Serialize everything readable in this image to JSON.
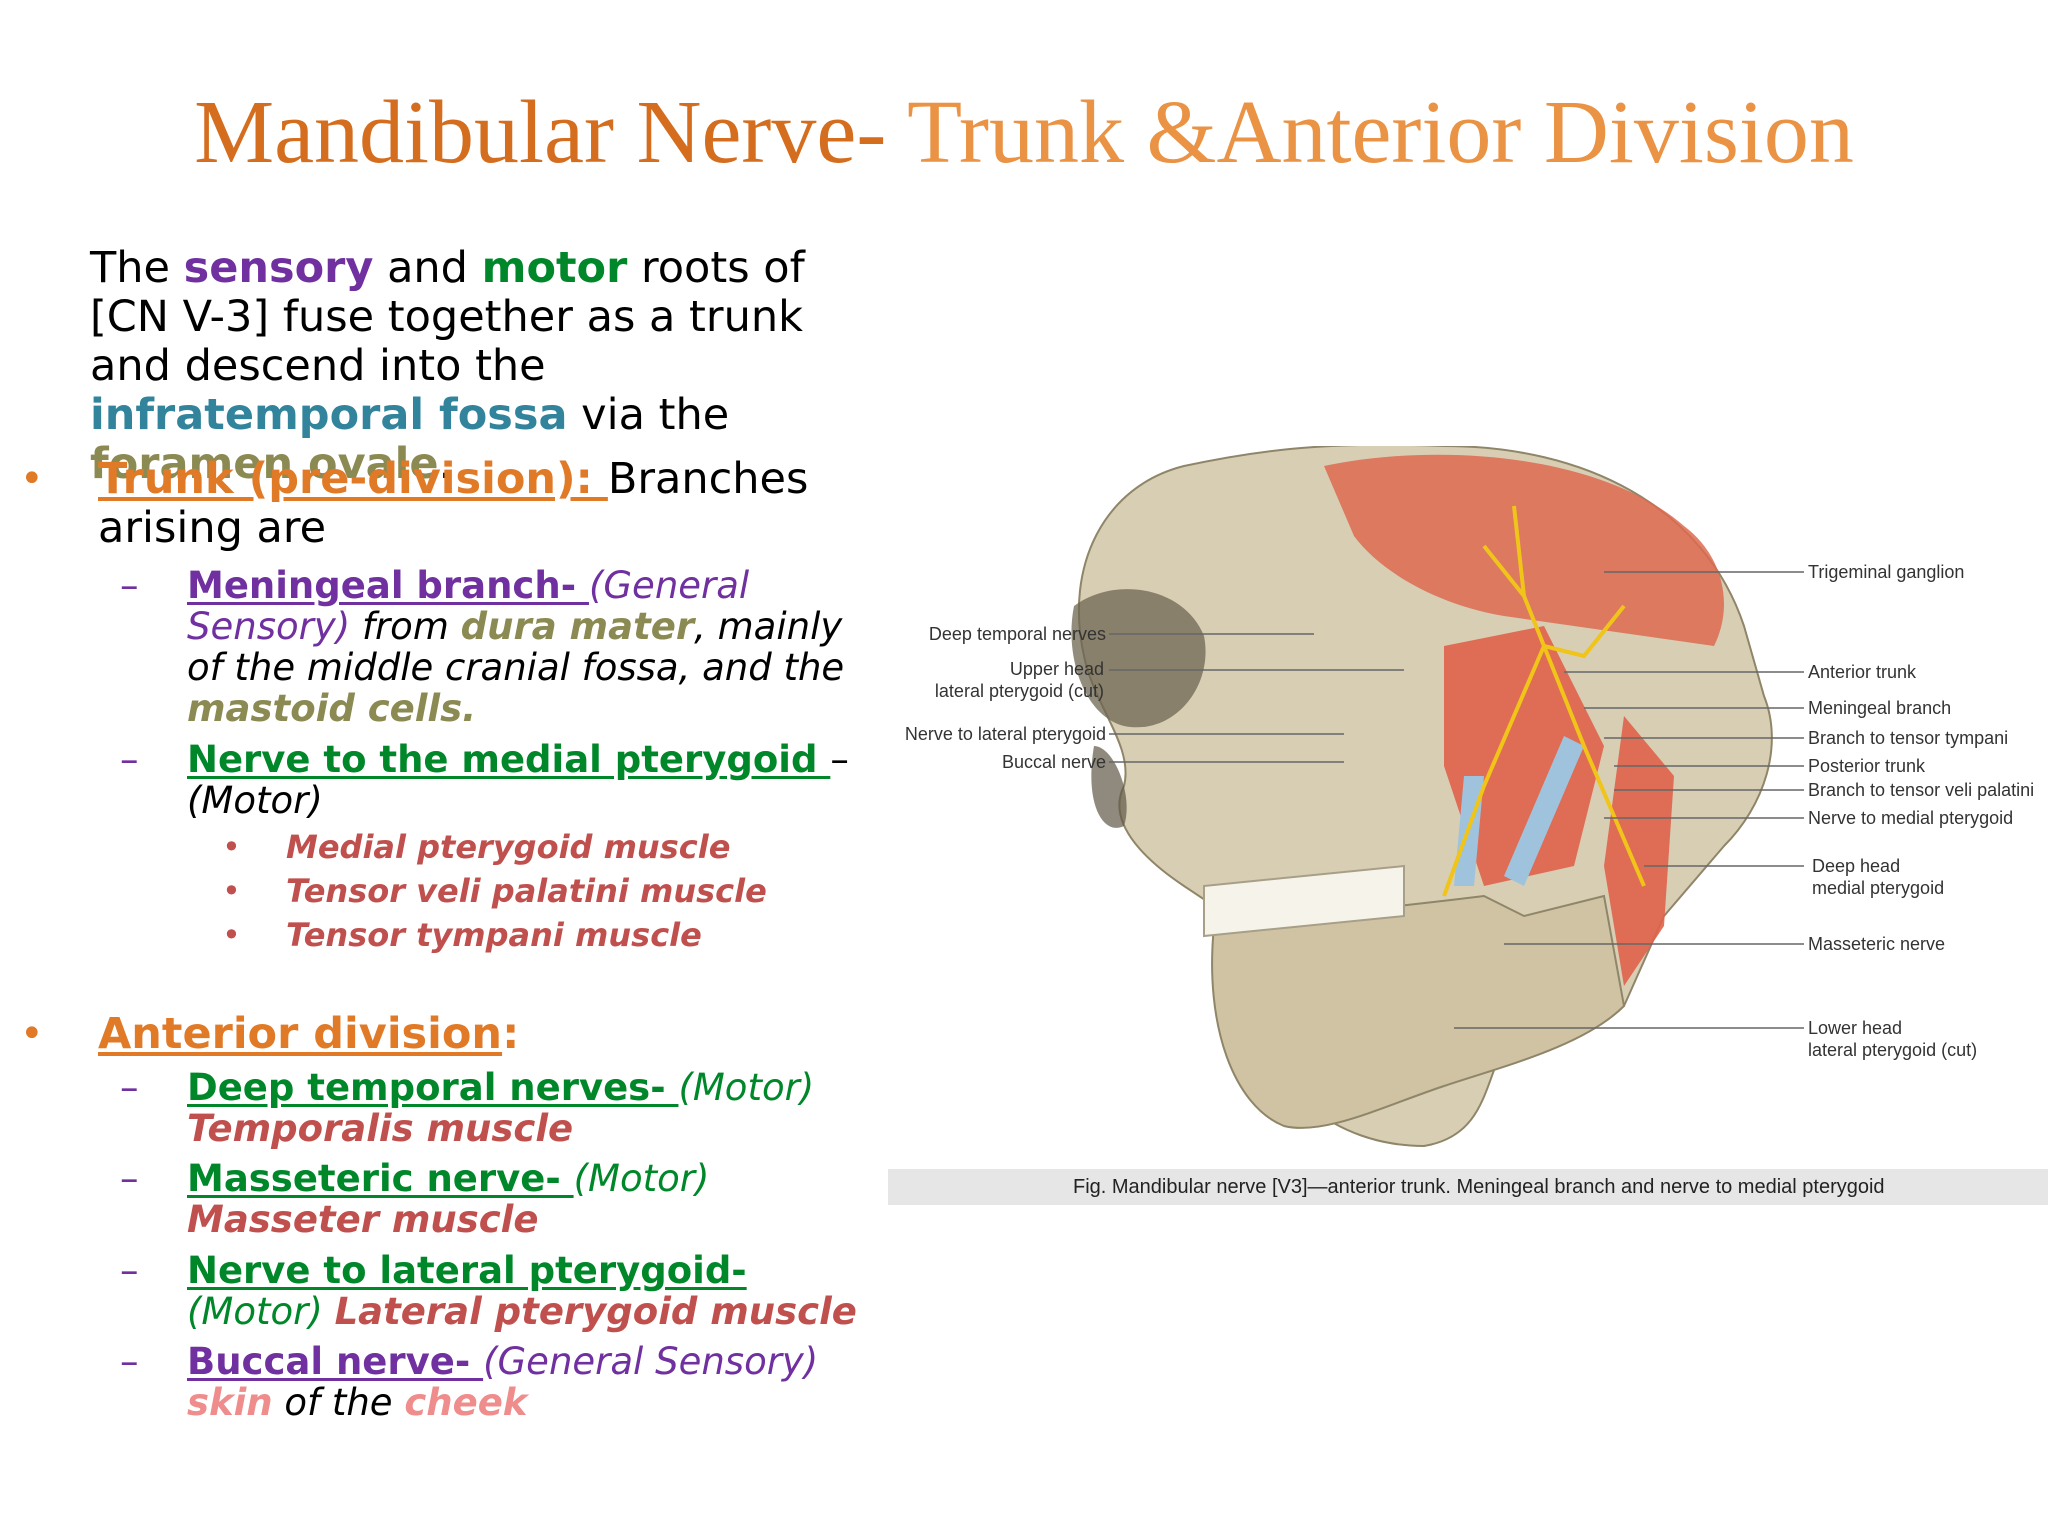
{
  "title": {
    "part1": "Mandibular Nerve-",
    "part2": " Trunk &Anterior Division"
  },
  "intro": {
    "t1": "The ",
    "sensory": "sensory",
    "t2": " and ",
    "motor": "motor",
    "t3": " roots of [CN V-3] fuse together as a trunk and descend into the ",
    "infratemporal": "infratemporal fossa",
    "t4": " via the ",
    "foramen": "foramen ovale",
    "t5": "."
  },
  "trunk": {
    "bullet": "•",
    "heading": "Trunk (pre-division): ",
    "rest": "Branches arising are",
    "meningeal": {
      "dash": "–",
      "name": "Meningeal branch- ",
      "type": "(General Sensory)",
      "t1": "from ",
      "dura": "dura mater",
      "t2": ", mainly of the middle cranial fossa, and the ",
      "mastoid": "mastoid cells."
    },
    "medial": {
      "dash": "–",
      "name": "Nerve to the medial pterygoid ",
      "dash2": "–",
      "type": "(Motor)",
      "muscles": [
        "Medial pterygoid muscle",
        "Tensor veli palatini muscle",
        "Tensor tympani muscle"
      ],
      "dot": "•"
    }
  },
  "anterior": {
    "bullet": "•",
    "heading": "Anterior division",
    "colon": ":",
    "items": [
      {
        "dash": "–",
        "name": "Deep temporal nerves- ",
        "type": "(Motor)",
        "target": "Temporalis muscle"
      },
      {
        "dash": "–",
        "name": "Masseteric nerve- ",
        "type": "(Motor)",
        "target": "Masseter muscle"
      },
      {
        "dash": "–",
        "name": "Nerve to lateral pterygoid- ",
        "type": "(Motor)",
        "target": "Lateral pterygoid muscle"
      }
    ],
    "buccal": {
      "dash": "–",
      "name": "Buccal nerve- ",
      "type": "(General Sensory)",
      "skin": "skin",
      "t1": "of the ",
      "cheek": "cheek"
    }
  },
  "figure": {
    "labels_left": [
      "Deep temporal nerves",
      "Upper head",
      "lateral pterygoid (cut)",
      "Nerve to lateral pterygoid",
      "Buccal nerve"
    ],
    "labels_right": [
      "Trigeminal ganglion",
      "Anterior trunk",
      "Meningeal branch",
      "Branch to tensor tympani",
      "Posterior trunk",
      "Branch to tensor veli palatini",
      "Nerve to medial pterygoid",
      "Deep head",
      "medial pterygoid",
      "Masseteric nerve",
      "Lower head",
      "lateral pterygoid (cut)"
    ],
    "caption": "Fig. Mandibular nerve [V3]—anterior trunk. Meningeal branch and nerve to medial pterygoid"
  },
  "colors": {
    "title_dark": "#d46d1e",
    "title_light": "#ea9344",
    "purple": "#7030a0",
    "green": "#00872a",
    "teal": "#31849b",
    "olive": "#8a8a52",
    "red": "#c0504d",
    "pink": "#ef8c8c"
  }
}
